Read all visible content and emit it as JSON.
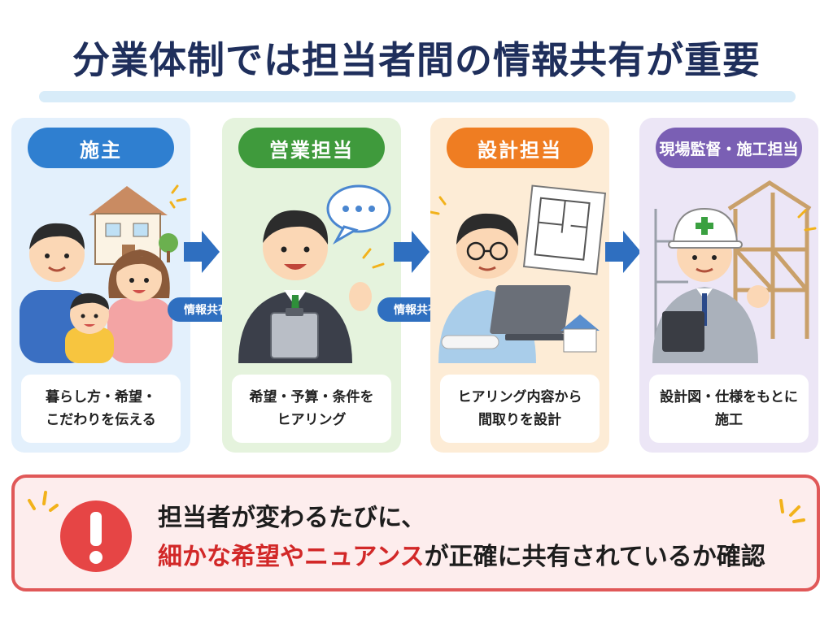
{
  "title": "分業体制では担当者間の情報共有が重要",
  "flow": {
    "share_label": "情報共有",
    "cards": [
      {
        "role": "施主",
        "desc_line1": "暮らし方・希望・",
        "desc_line2": "こだわりを伝える"
      },
      {
        "role": "営業担当",
        "desc_line1": "希望・予算・条件を",
        "desc_line2": "ヒアリング"
      },
      {
        "role": "設計担当",
        "desc_line1": "ヒアリング内容から",
        "desc_line2": "間取りを設計"
      },
      {
        "role": "現場監督・施工担当",
        "desc_line1": "設計図・仕様をもとに",
        "desc_line2": "施工"
      }
    ]
  },
  "warning": {
    "line1": "担当者が変わるたびに、",
    "line2_highlight": "細かな希望やニュアンス",
    "line2_rest": "が正確に共有されているか確認"
  },
  "colors": {
    "title": "#1f2f5c",
    "owner": "#2f7fd0",
    "sales": "#3f9a3c",
    "design": "#ef7d22",
    "construction": "#7a5fb4",
    "arrow": "#2f6fc0",
    "warning": "#e05858",
    "highlight": "#d22828"
  },
  "icons": [
    "house-icon",
    "speech-bubble-icon",
    "floor-plan-icon",
    "laptop-icon",
    "scaffold-icon",
    "hard-hat-icon",
    "clipboard-icon",
    "exclamation-icon",
    "arrow-right-icon"
  ]
}
